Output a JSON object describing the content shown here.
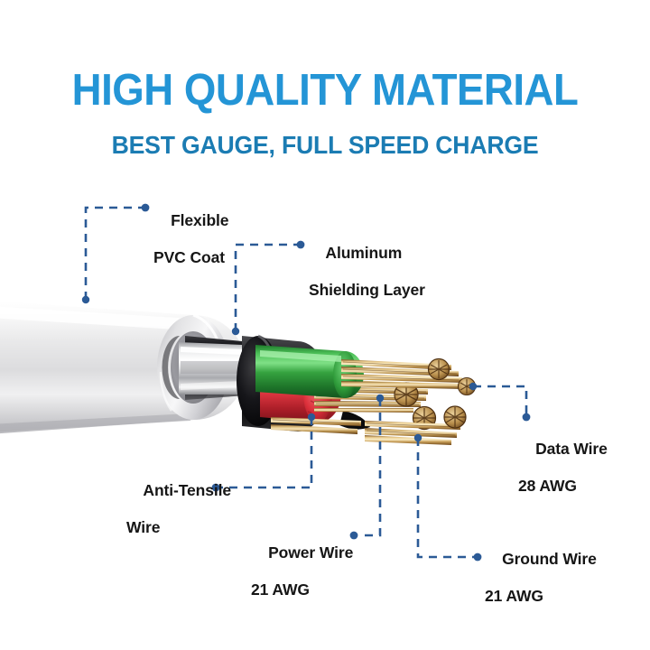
{
  "header": {
    "title": "HIGH QUALITY MATERIAL",
    "subtitle": "BEST GAUGE, FULL SPEED CHARGE",
    "title_color": "#2495d6",
    "subtitle_color": "#1b7cb3"
  },
  "diagram": {
    "type": "cable-cutaway",
    "subject": "USB charging cable cross-section",
    "background_color": "#ffffff",
    "leader_line_color": "#2b5a96",
    "callouts": [
      {
        "id": "flexible-pvc-coat",
        "line1": "Flexible",
        "line2": "PVC Coat",
        "anchor_part": "outer-white-jacket"
      },
      {
        "id": "aluminum-shielding-layer",
        "line1": "Aluminum",
        "line2": "Shielding Layer",
        "anchor_part": "inner-metallic-shield"
      },
      {
        "id": "data-wire",
        "line1": "Data Wire",
        "line2": "28 AWG",
        "anchor_part": "thin-copper-strand-bundle"
      },
      {
        "id": "anti-tensile-wire",
        "line1": "Anti-Tensile",
        "line2": "Wire",
        "anchor_part": "lower-copper-strand-bundle"
      },
      {
        "id": "power-wire",
        "line1": "Power Wire",
        "line2": "21 AWG",
        "anchor_part": "red-insulated-conductor"
      },
      {
        "id": "ground-wire",
        "line1": "Ground Wire",
        "line2": "21 AWG",
        "anchor_part": "lower-right-copper-bundle"
      }
    ],
    "parts": {
      "outer_jacket_color": "#f2f2f2",
      "shield_color": "#d8d8d8",
      "green_wire_color": "#2f9e3c",
      "red_wire_color": "#e8414b",
      "black_core_color": "#111111",
      "copper_color": "#c49a53"
    }
  }
}
